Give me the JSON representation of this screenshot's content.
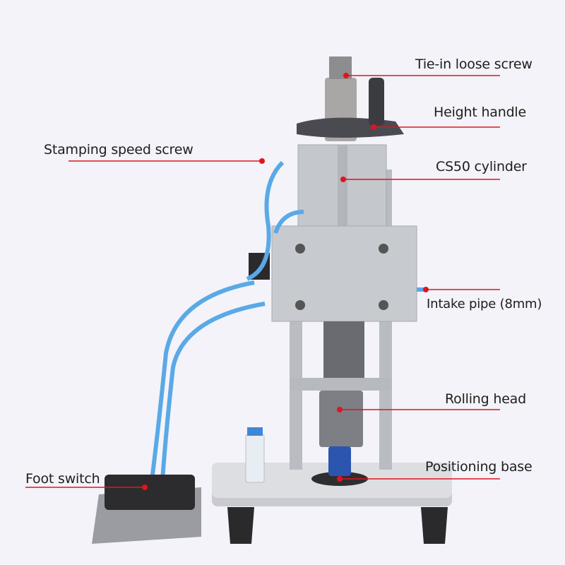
{
  "labels": {
    "tie_in_loose_screw": "Tie-in loose screw",
    "height_handle": "Height handle",
    "stamping_speed_screw": "Stamping speed screw",
    "cs50_cylinder": "CS50 cylinder",
    "intake_pipe": "Intake pipe (8mm)",
    "rolling_head": "Rolling head",
    "positioning_base": "Positioning base",
    "foot_switch": "Foot switch"
  },
  "colors": {
    "leader": "#e0141e",
    "background": "#f3f3f9",
    "tubing": "#5aa9e6"
  }
}
